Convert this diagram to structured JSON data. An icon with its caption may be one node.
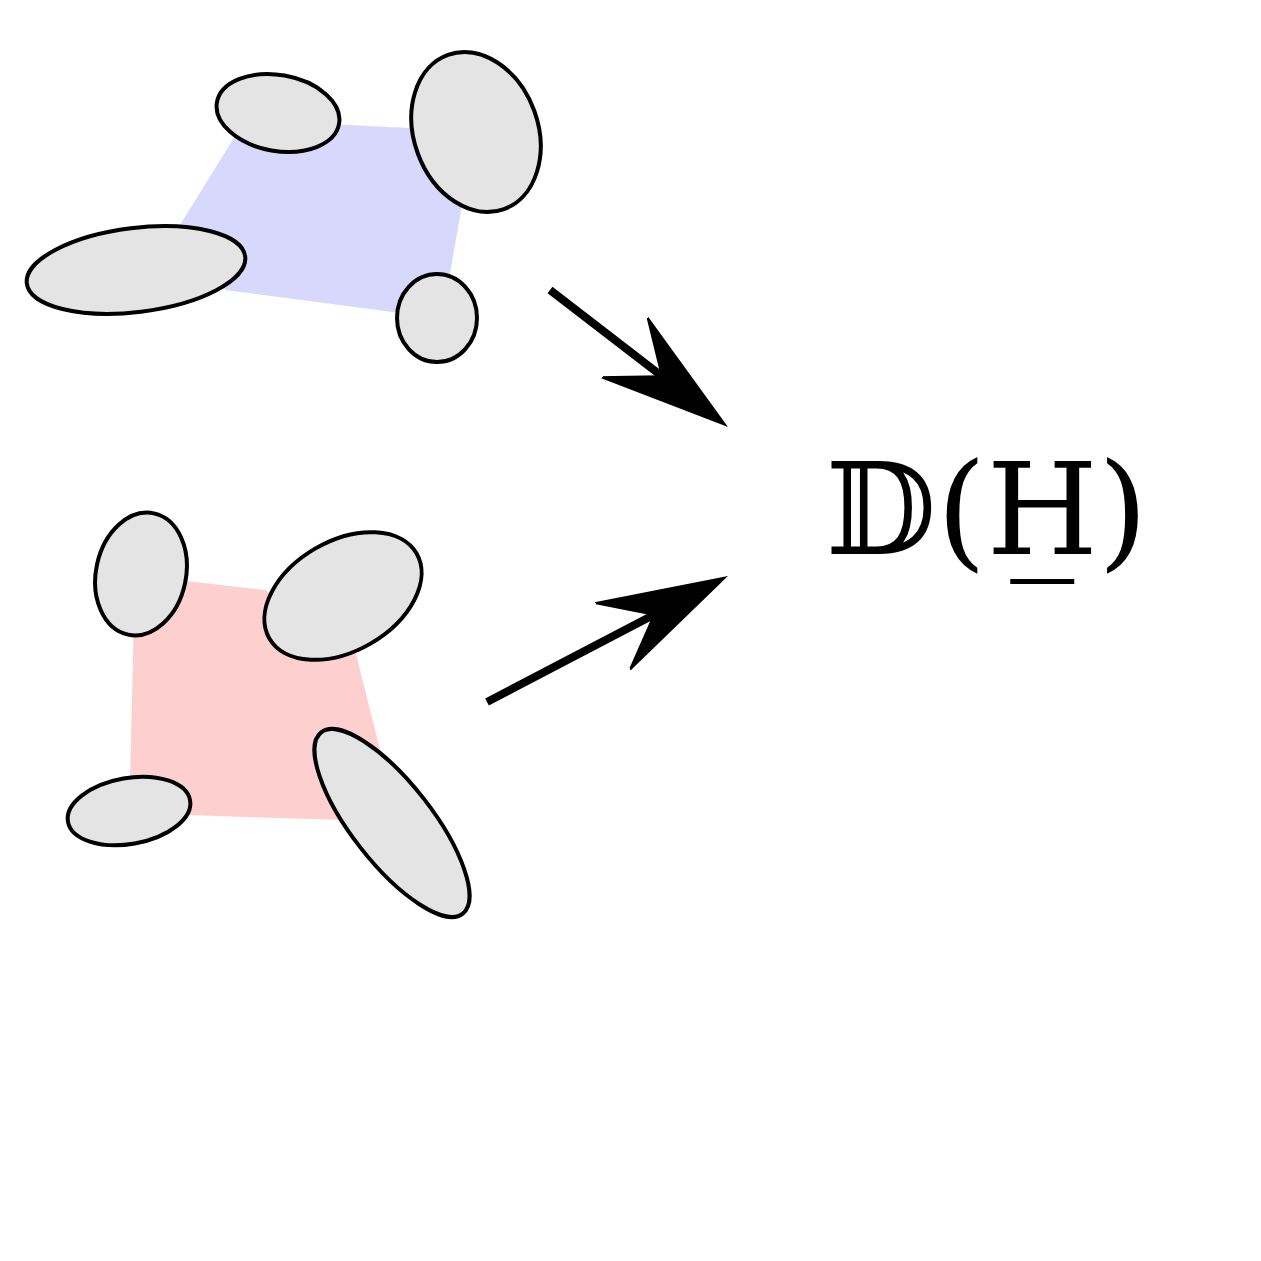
{
  "diagram": {
    "nodes": [
      {
        "text": [],
        "shape": "picture"
      },
      {
        "text": [],
        "shape": "picture"
      },
      {
        "text": [
          "𝔻(H̲)"
        ]
      }
    ],
    "edges": [
      {
        "from": 0,
        "to": 2,
        "arrow": "to"
      },
      {
        "from": 1,
        "to": 2,
        "arrow": "to"
      }
    ]
  }
}
